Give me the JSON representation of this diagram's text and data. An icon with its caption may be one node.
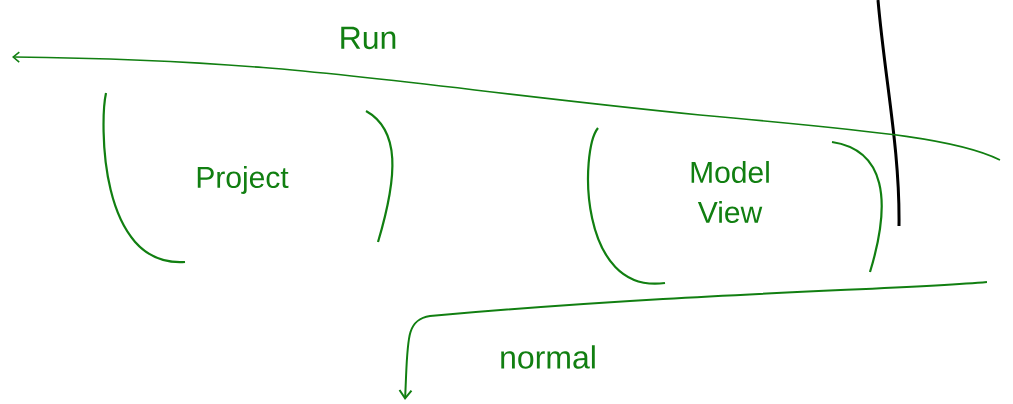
{
  "diagram": {
    "nodes": [
      {
        "text": [
          "Project"
        ]
      },
      {
        "text": [
          "Model View"
        ]
      }
    ],
    "labels": [
      "Run",
      "normal"
    ]
  }
}
